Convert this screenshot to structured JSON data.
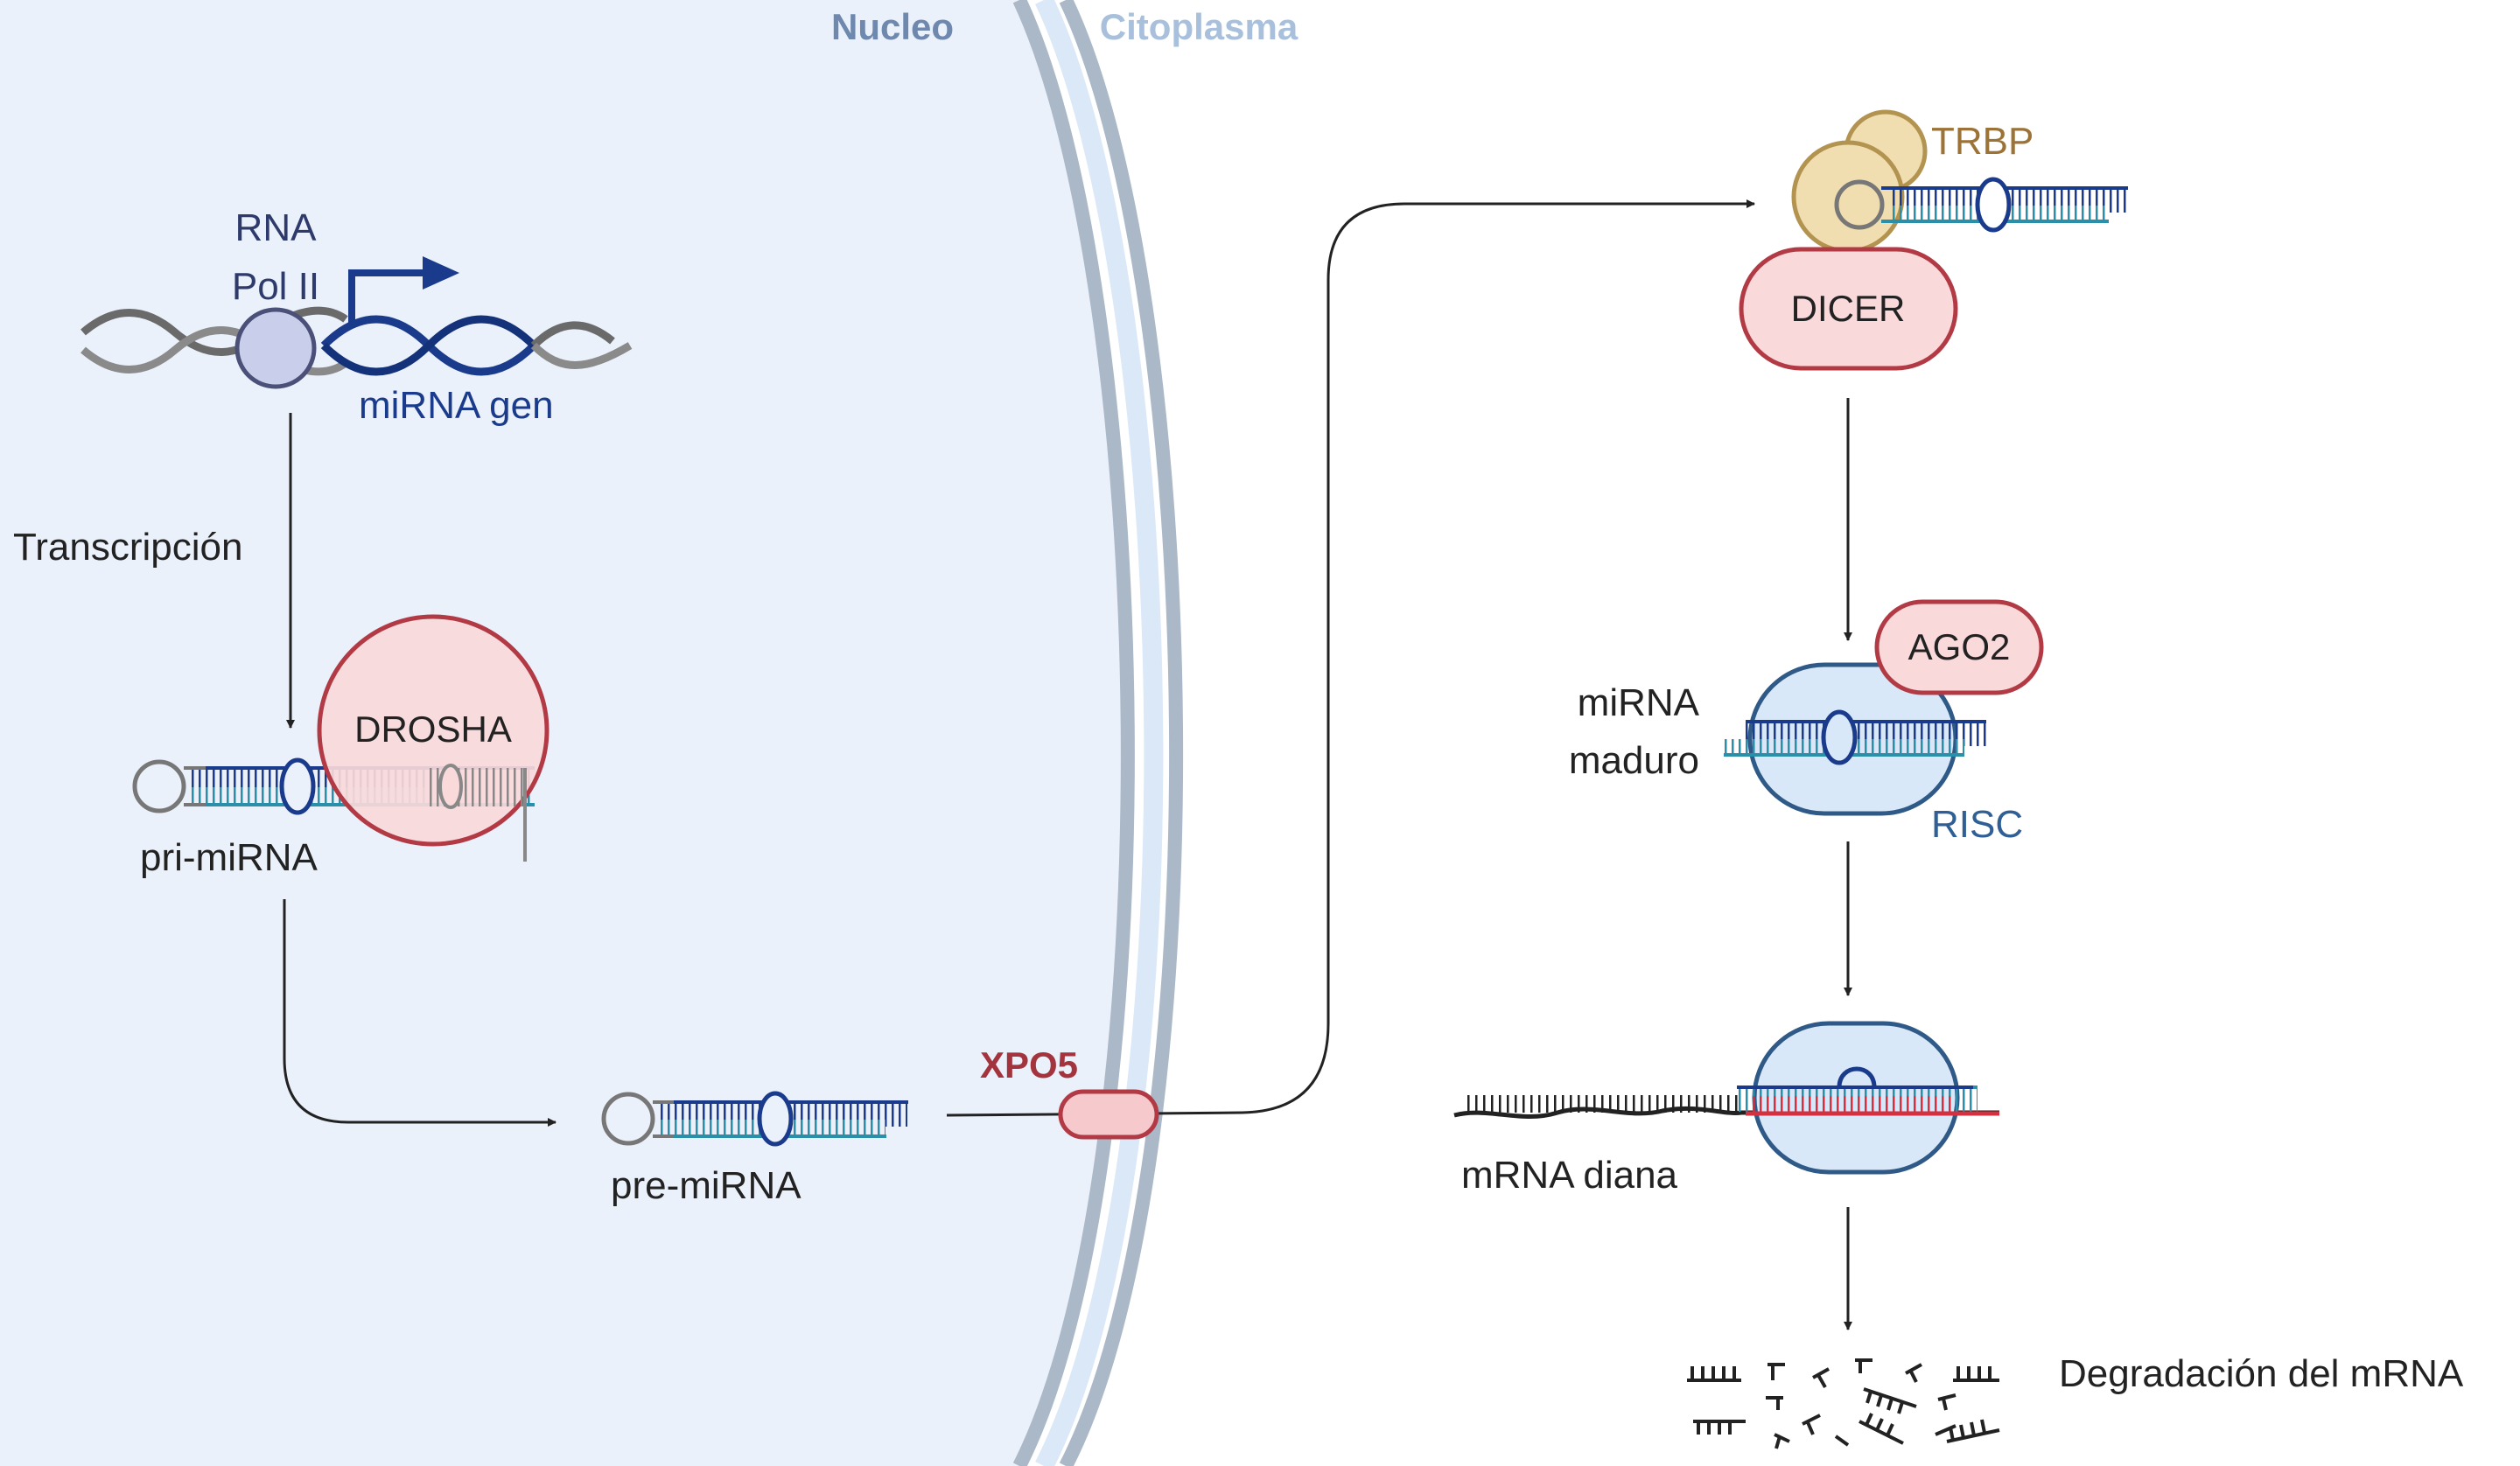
{
  "regions": {
    "nucleus": "Nucleo",
    "cytoplasm": "Citoplasma"
  },
  "labels": {
    "rna_pol_line1": "RNA",
    "rna_pol_line2": "Pol II",
    "mirna_gene": "miRNA gen",
    "transcription": "Transcripción",
    "drosha": "DROSHA",
    "pri_mirna": "pri-miRNA",
    "pre_mirna": "pre-miRNA",
    "xpo5": "XPO5",
    "trbp": "TRBP",
    "dicer": "DICER",
    "ago2": "AGO2",
    "mature_line1": "miRNA",
    "mature_line2": "maduro",
    "risc": "RISC",
    "target_mrna": "mRNA diana",
    "degradation": "Degradación del mRNA"
  },
  "colors": {
    "nucleus_fill": "#eaf1fb",
    "membrane": "#aab8c8",
    "membrane_inner": "#dbe8f8",
    "nucleus_title": "#6f88ae",
    "cytoplasm_title": "#a9c0dc",
    "dark_blue": "#1a3a8c",
    "teal": "#2a8fa8",
    "navy_text": "#2d3a6b",
    "drosha_fill": "#f9d9da",
    "drosha_stroke": "#b23a44",
    "xpo5_text": "#a3343d",
    "trbp_fill": "#f0deb0",
    "trbp_stroke": "#b39350",
    "trbp_text": "#9c7336",
    "risc_fill": "#d8e8f8",
    "risc_stroke": "#2f5a88",
    "risc_text": "#2f5f95",
    "target_red": "#d43040"
  }
}
